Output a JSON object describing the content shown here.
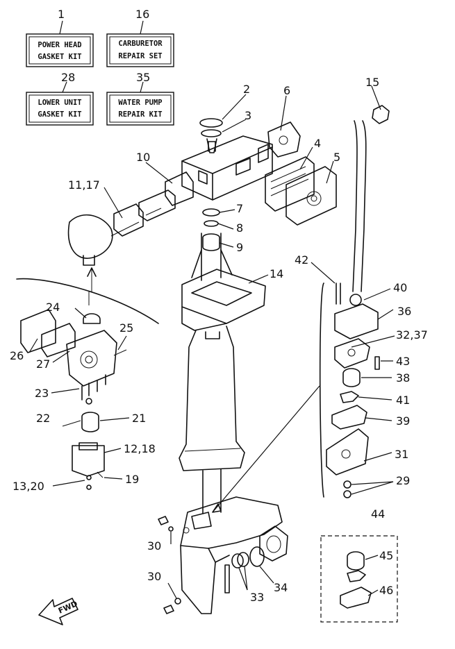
{
  "kits": [
    {
      "number": "1",
      "line1": "POWER HEAD",
      "line2": "GASKET KIT"
    },
    {
      "number": "16",
      "line1": "CARBURETOR",
      "line2": "REPAIR SET"
    },
    {
      "number": "28",
      "line1": "LOWER UNIT",
      "line2": "GASKET KIT"
    },
    {
      "number": "35",
      "line1": "WATER PUMP",
      "line2": "REPAIR KIT"
    }
  ],
  "callouts": {
    "c2": "2",
    "c3": "3",
    "c4": "4",
    "c5": "5",
    "c6": "6",
    "c7": "7",
    "c8": "8",
    "c9": "9",
    "c10": "10",
    "c11_17": "11,17",
    "c14": "14",
    "c15": "15",
    "c21": "21",
    "c22": "22",
    "c23": "23",
    "c24": "24",
    "c25": "25",
    "c26": "26",
    "c27": "27",
    "c12_18": "12,18",
    "c13_20": "13,20",
    "c19": "19",
    "c29": "29",
    "c30a": "30",
    "c30b": "30",
    "c31": "31",
    "c32_37": "32,37",
    "c33": "33",
    "c34": "34",
    "c36": "36",
    "c38": "38",
    "c39": "39",
    "c40": "40",
    "c41": "41",
    "c42": "42",
    "c43": "43",
    "c44": "44",
    "c45": "45",
    "c46": "46"
  },
  "direction_label": "FWD"
}
